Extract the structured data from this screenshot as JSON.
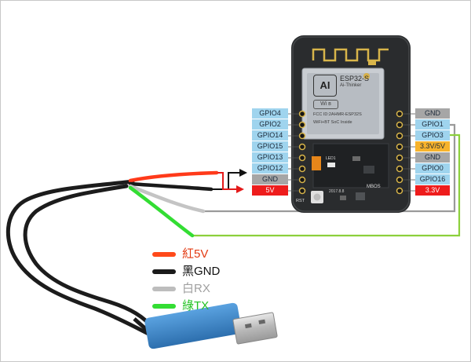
{
  "colors": {
    "board": "#2a2c2e",
    "pin_blue": "#9fd4ee",
    "pin_gray": "#a6a6a6",
    "pin_red": "#ee1c1c",
    "pin_orange": "#f7b32b",
    "wire_red": "#ff3a1a",
    "wire_black": "#1a1a1a",
    "wire_white": "#bbbbbb",
    "wire_green": "#33dd33",
    "wire_link_gray": "#9a9a9a",
    "wire_link_green": "#8cd03c",
    "usb_blue": "#3f88cc"
  },
  "module": {
    "chip_title": "ESP32-S",
    "chip_sub": "Ai-Thinker",
    "chip_fcc": "FCC ID:2AHMR-ESP32S",
    "chip_desc": "WiFi+BT SoC Inside",
    "logo": "AI",
    "led_label": "LED1",
    "rst_label": "RST",
    "mbos_label": "MBOS",
    "date_label": "2017.8.8",
    "icon": "wifi-bt-icon"
  },
  "pins_left": [
    {
      "label": "GPIO4",
      "color": "blue"
    },
    {
      "label": "GPIO2",
      "color": "blue"
    },
    {
      "label": "GPIO14",
      "color": "blue"
    },
    {
      "label": "GPIO15",
      "color": "blue"
    },
    {
      "label": "GPIO13",
      "color": "blue"
    },
    {
      "label": "GPIO12",
      "color": "blue"
    },
    {
      "label": "GND",
      "color": "gray"
    },
    {
      "label": "5V",
      "color": "red"
    }
  ],
  "pins_right": [
    {
      "label": "GND",
      "color": "gray"
    },
    {
      "label": "GPIO1",
      "color": "blue"
    },
    {
      "label": "GPIO3",
      "color": "blue"
    },
    {
      "label": "3.3V/5V",
      "color": "orange"
    },
    {
      "label": "GND",
      "color": "gray"
    },
    {
      "label": "GPIO0",
      "color": "blue"
    },
    {
      "label": "GPIO16",
      "color": "blue"
    },
    {
      "label": "3.3V",
      "color": "red"
    }
  ],
  "legend": [
    {
      "label": "紅5V",
      "color": "#ff4a1a",
      "text_color": "#e33a12"
    },
    {
      "label": "黑GND",
      "color": "#1a1a1a",
      "text_color": "#111111"
    },
    {
      "label": "白RX",
      "color": "#bdbdbd",
      "text_color": "#a0a0a0"
    },
    {
      "label": "綠TX",
      "color": "#33dd33",
      "text_color": "#22c222"
    }
  ],
  "usb": {
    "icon": "usb-plug-icon"
  }
}
